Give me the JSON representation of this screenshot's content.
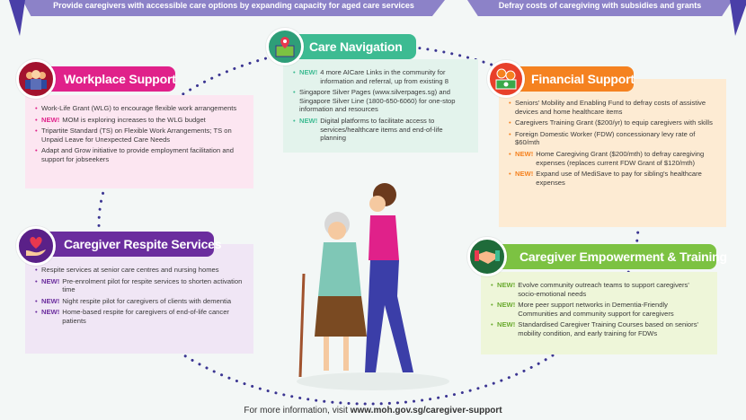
{
  "banners": {
    "left": "Provide caregivers with accessible care options by expanding capacity for aged care services",
    "right": "Defray costs of caregiving with subsidies and grants"
  },
  "colors": {
    "workplace": "#e0218a",
    "navigation": "#3dbb92",
    "financial": "#f58220",
    "respite": "#6b2d9e",
    "empowerment": "#7cc242",
    "banner": "#8c82c8"
  },
  "sections": {
    "workplace": {
      "title": "Workplace Support",
      "icon": "people-icon",
      "items": [
        {
          "new": "",
          "text": "Work-Life Grant (WLG) to encourage flexible work arrangements"
        },
        {
          "new": "NEW!",
          "text": "MOM is exploring increases to the WLG budget"
        },
        {
          "new": "",
          "text": "Tripartite Standard (TS) on Flexible Work Arrangements; TS on Unpaid Leave for Unexpected Care Needs"
        },
        {
          "new": "",
          "text": "Adapt and Grow initiative to provide employment facilitation and support for jobseekers"
        }
      ]
    },
    "navigation": {
      "title": "Care Navigation",
      "icon": "map-pin-icon",
      "items": [
        {
          "new": "NEW!",
          "text": "4 more AICare Links in the community for information and referral, up from existing 8"
        },
        {
          "new": "",
          "text": "Singapore Silver Pages (www.silverpages.sg) and Singapore Silver Line (1800-650-6060) for one-stop information and resources"
        },
        {
          "new": "NEW!",
          "text": "Digital platforms to facilitate access to services/healthcare items and end-of-life planning"
        }
      ]
    },
    "financial": {
      "title": "Financial Support",
      "icon": "money-icon",
      "items": [
        {
          "new": "",
          "text": "Seniors' Mobility and Enabling Fund to defray costs of assistive devices and home healthcare items"
        },
        {
          "new": "",
          "text": "Caregivers Training Grant ($200/yr) to equip caregivers with skills"
        },
        {
          "new": "",
          "text": "Foreign Domestic Worker (FDW) concessionary levy rate of $60/mth"
        },
        {
          "new": "NEW!",
          "text": "Home Caregiving Grant ($200/mth) to defray caregiving expenses (replaces current FDW Grant of $120/mth)"
        },
        {
          "new": "NEW!",
          "text": "Expand use of MediSave to pay for sibling's healthcare expenses"
        }
      ]
    },
    "respite": {
      "title": "Caregiver Respite Services",
      "icon": "heart-hand-icon",
      "items": [
        {
          "new": "",
          "text": "Respite services at senior care centres and nursing homes"
        },
        {
          "new": "NEW!",
          "text": "Pre-enrolment pilot for respite services to shorten activation time"
        },
        {
          "new": "NEW!",
          "text": "Night respite pilot for caregivers of clients with dementia"
        },
        {
          "new": "NEW!",
          "text": "Home-based respite for caregivers of end-of-life cancer patients"
        }
      ]
    },
    "empowerment": {
      "title": "Caregiver Empowerment & Training",
      "icon": "handshake-icon",
      "items": [
        {
          "new": "NEW!",
          "text": "Evolve community outreach teams to support caregivers' socio-emotional needs"
        },
        {
          "new": "NEW!",
          "text": "More peer support networks in Dementia-Friendly Communities and community support for caregivers"
        },
        {
          "new": "NEW!",
          "text": "Standardised Caregiver Training Courses based on seniors' mobility condition, and early training for FDWs"
        }
      ]
    }
  },
  "footer": {
    "prefix": "For more information, visit ",
    "link": "www.moh.gov.sg/caregiver-support"
  }
}
